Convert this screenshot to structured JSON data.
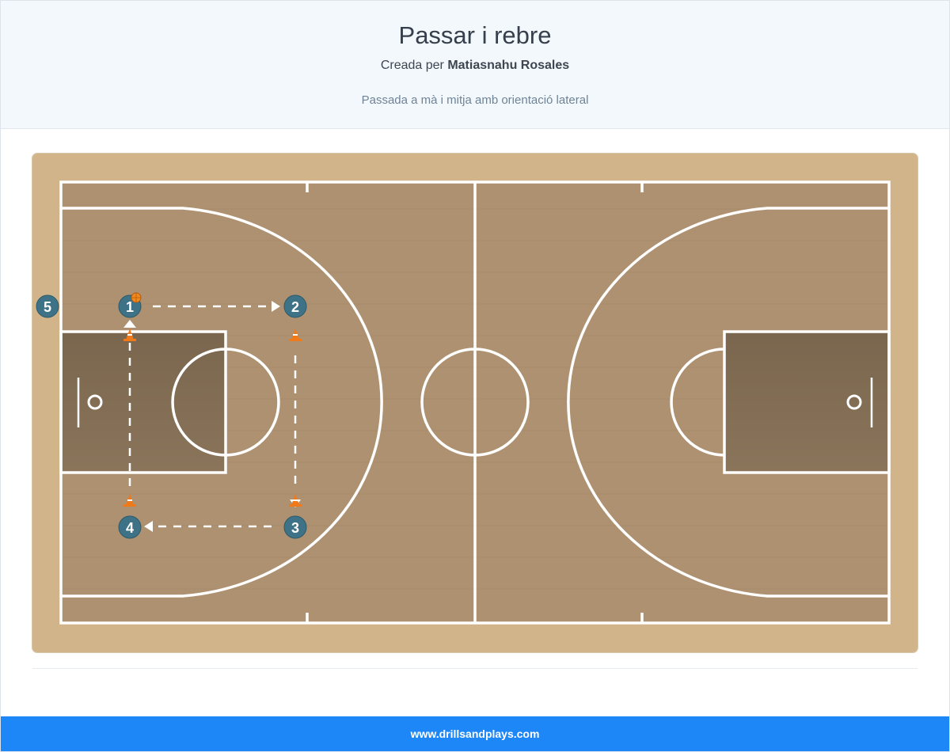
{
  "header": {
    "title": "Passar i rebre",
    "created_by_prefix": "Creada per",
    "author": "Matiasnahu Rosales",
    "description": "Passada a mà i mitja amb orientació lateral"
  },
  "diagram": {
    "players": [
      {
        "label": "1",
        "has_ball": true
      },
      {
        "label": "2",
        "has_ball": false
      },
      {
        "label": "3",
        "has_ball": false
      },
      {
        "label": "4",
        "has_ball": false
      },
      {
        "label": "5",
        "has_ball": false
      }
    ],
    "colors": {
      "player": "#3e7387",
      "cone": "#f07a1a",
      "ball": "#f08a1f",
      "court_edge": "#d2b48a",
      "court_floor": "#ae9171",
      "paint": "#826e56",
      "lines": "#ffffff"
    },
    "icons": [
      "basketball-icon",
      "cone-icon",
      "pass-arrow"
    ]
  },
  "footer": {
    "site": "www.drillsandplays.com"
  }
}
